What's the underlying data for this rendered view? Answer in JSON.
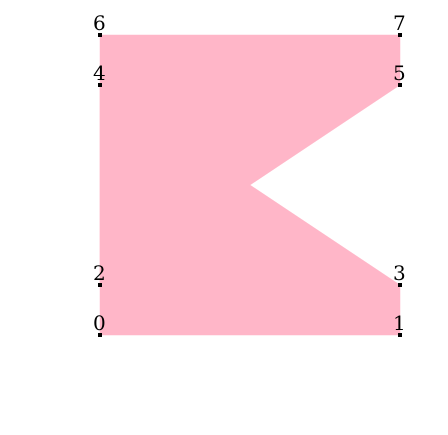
{
  "diagram": {
    "fill_color": "#ffb6c8",
    "vertex_color": "#000000",
    "vertices": [
      {
        "id": "0",
        "label": "0"
      },
      {
        "id": "1",
        "label": "1"
      },
      {
        "id": "2",
        "label": "2"
      },
      {
        "id": "3",
        "label": "3"
      },
      {
        "id": "4",
        "label": "4"
      },
      {
        "id": "5",
        "label": "5"
      },
      {
        "id": "6",
        "label": "6"
      },
      {
        "id": "7",
        "label": "7"
      }
    ],
    "triangles": [
      [
        "0",
        "1",
        "2"
      ],
      [
        "2",
        "1",
        "3"
      ],
      [
        "2",
        "3",
        "4"
      ],
      [
        "2",
        "5",
        "4"
      ],
      [
        "4",
        "5",
        "6"
      ],
      [
        "6",
        "5",
        "7"
      ]
    ]
  }
}
